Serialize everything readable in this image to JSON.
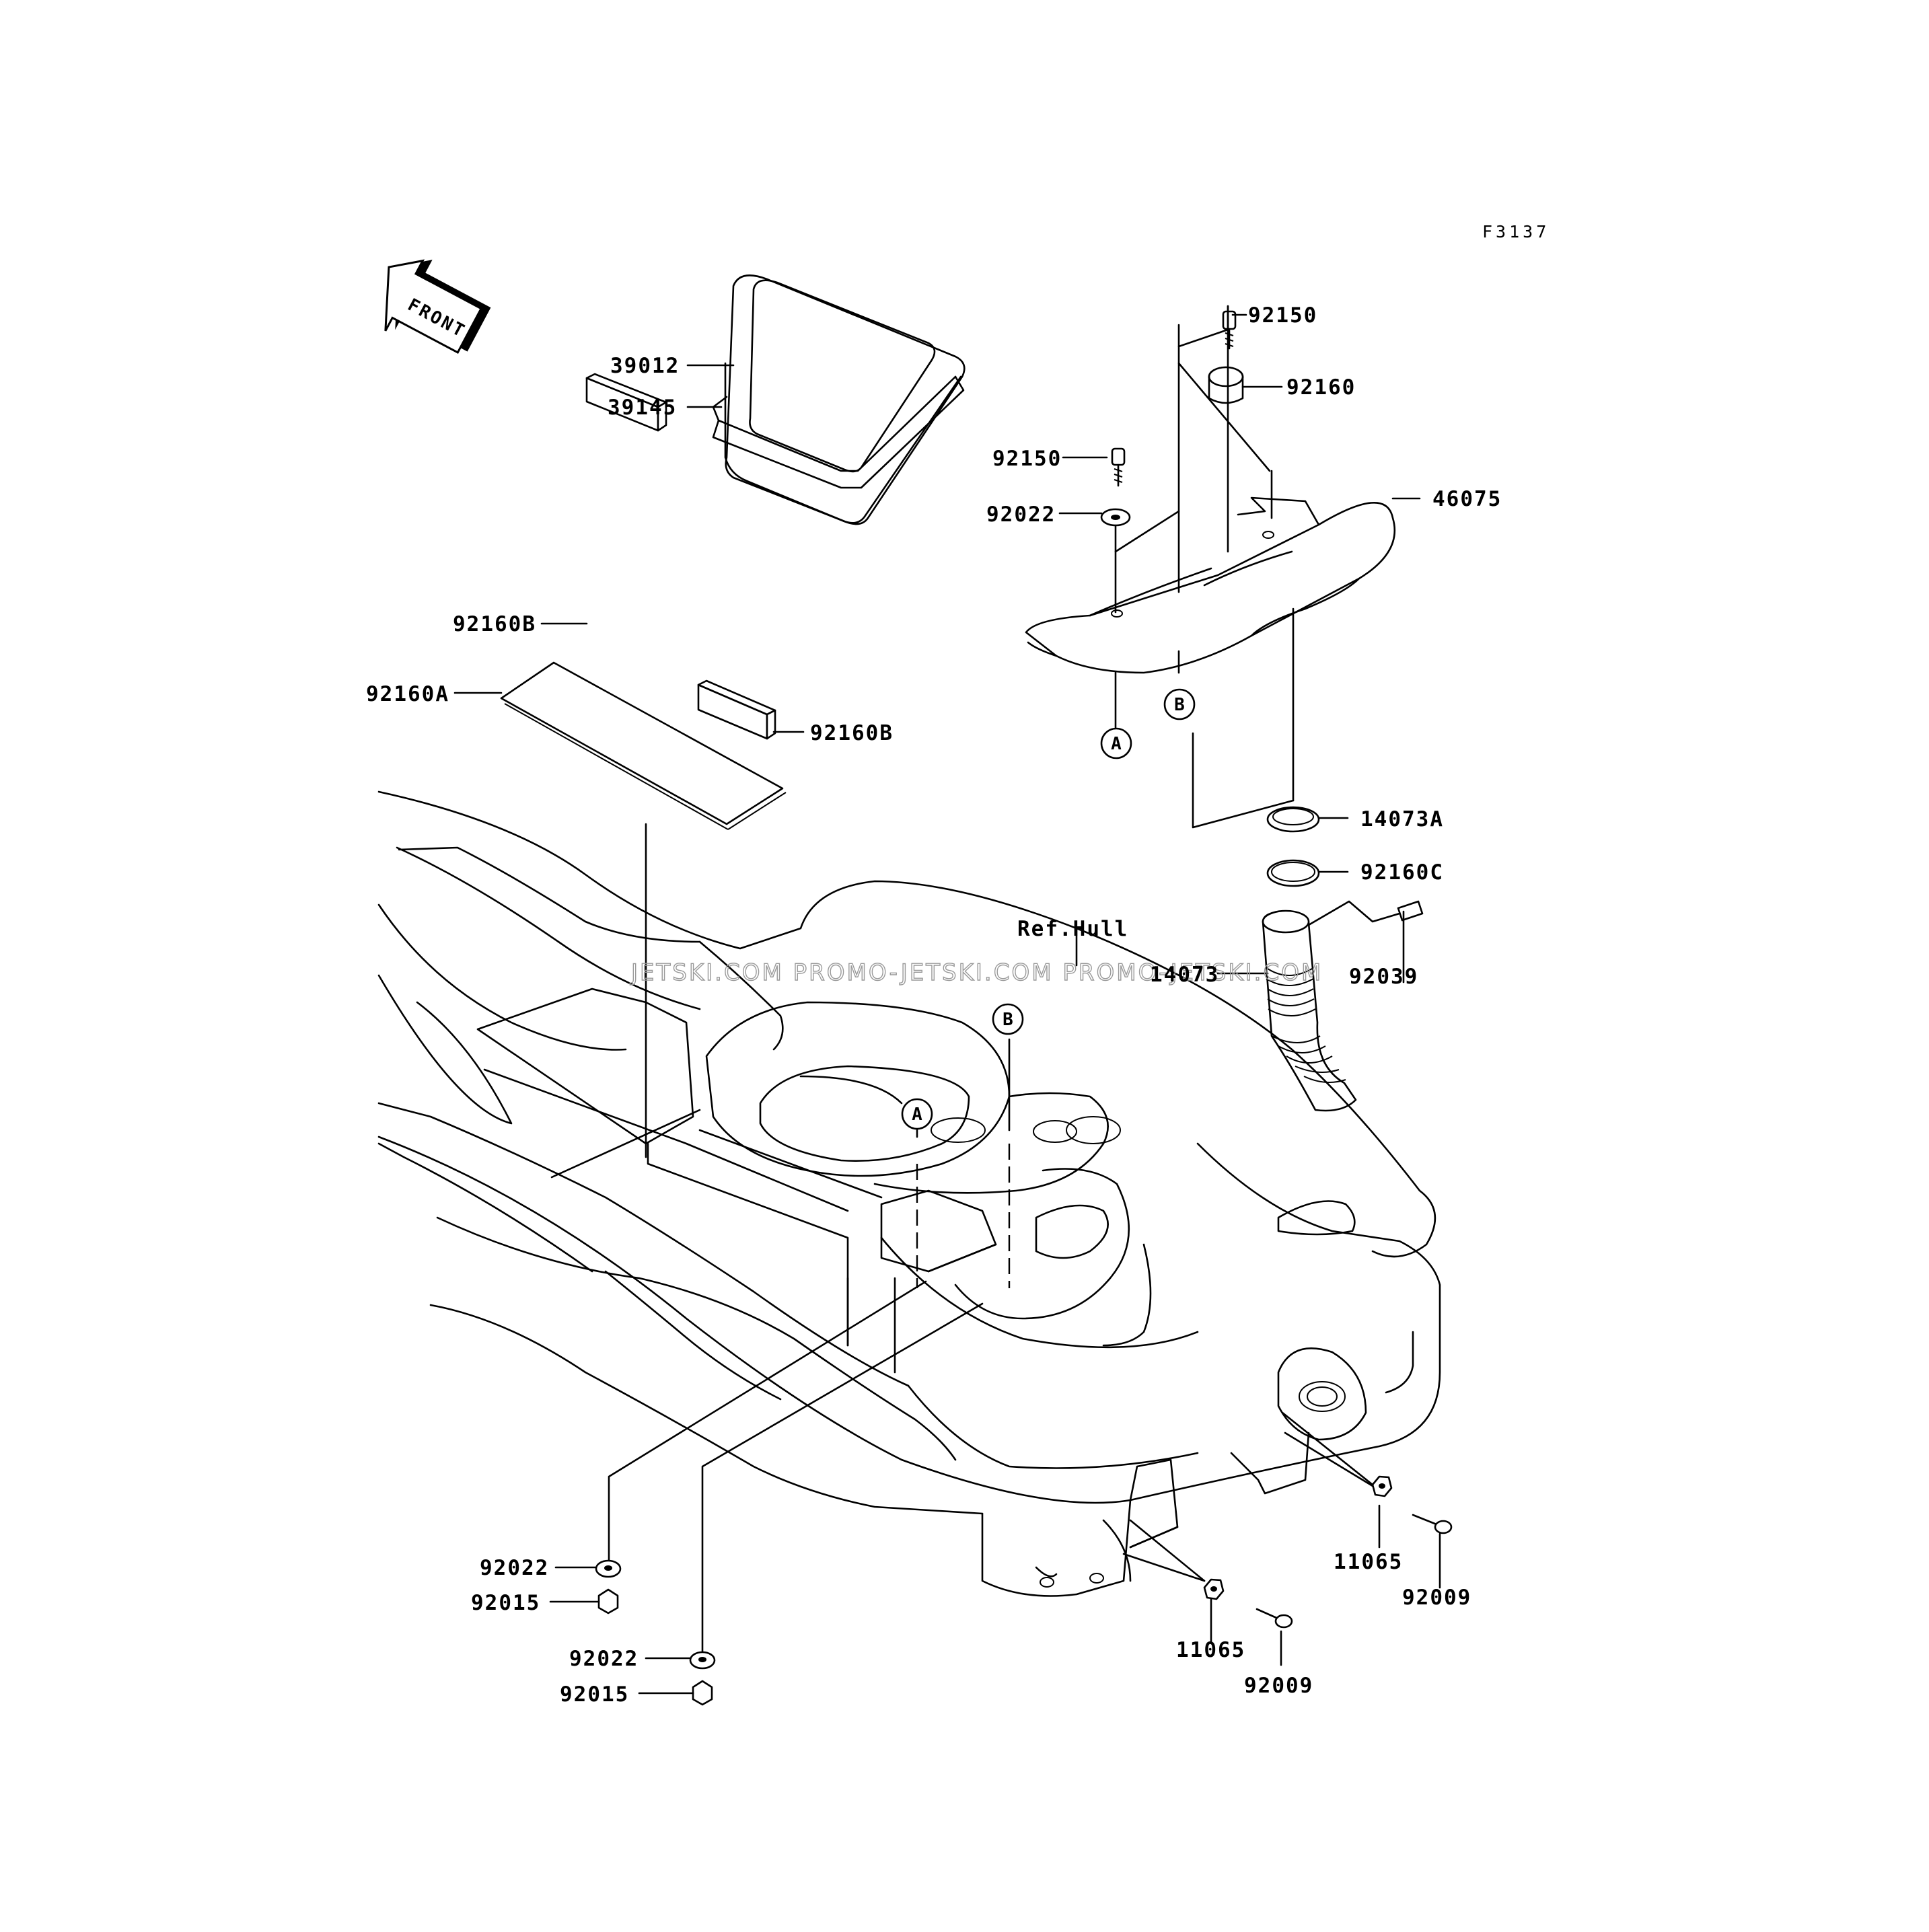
{
  "figure_code": "F3137",
  "front_arrow_label": "FRONT",
  "reference_label": "Ref.Hull",
  "watermark": "JETSKI.COM  PROMO-JETSKI.COM  PROMO-JETSKI.COM",
  "markers": {
    "a": "A",
    "b": "B"
  },
  "parts": {
    "p39012": "39012",
    "p39145": "39145",
    "p92160B_left": "92160B",
    "p92160A": "92160A",
    "p92160B_right": "92160B",
    "p92150_top": "92150",
    "p92160": "92160",
    "p92150_mid": "92150",
    "p92022_top": "92022",
    "p46075": "46075",
    "p14073A": "14073A",
    "p92160C": "92160C",
    "p14073": "14073",
    "p92039": "92039",
    "p92022_l1": "92022",
    "p92015_l1": "92015",
    "p92022_l2": "92022",
    "p92015_l2": "92015",
    "p11065_r": "11065",
    "p92009_r": "92009",
    "p11065_m": "11065",
    "p92009_m": "92009"
  }
}
